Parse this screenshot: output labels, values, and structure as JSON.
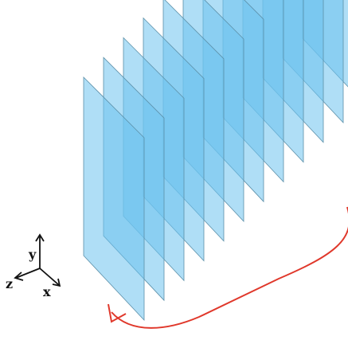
{
  "colors": {
    "plate_fill": "#6ec3ef",
    "plate_fill_opacity": 0.55,
    "plate_stroke": "#5b8fa8",
    "arrow": "#e0382b",
    "axes": "#111111"
  },
  "plates": {
    "count": 12
  },
  "axes": {
    "y_label": "y",
    "z_label": "z",
    "x_label": "x"
  },
  "rotation_arrow": {
    "direction": "counter-clockwise"
  }
}
